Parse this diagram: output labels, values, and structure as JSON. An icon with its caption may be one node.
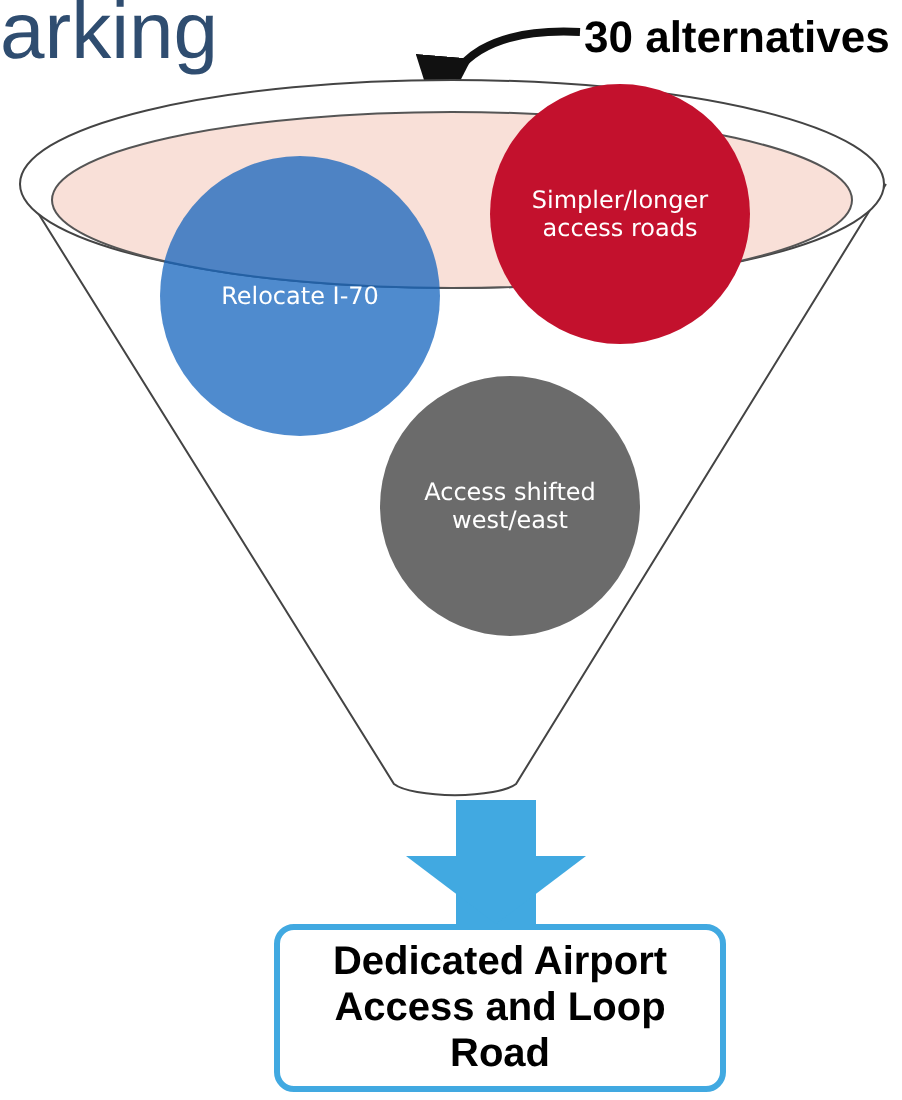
{
  "diagram": {
    "nodes": [
      {
        "text": [],
        "shape": "funnel"
      },
      {
        "text": [
          "Relocate I-70"
        ],
        "in": 0
      },
      {
        "text": [
          "Simpler/longer access roads"
        ],
        "in": 0
      },
      {
        "text": [
          "Access shifted west/east"
        ],
        "in": 0
      },
      {
        "text": [
          "30 alternatives"
        ]
      },
      {
        "text": [
          "Dedicated Airport Access and Loop Road"
        ]
      }
    ],
    "edges": [
      {
        "from": 4,
        "to": 0,
        "arrow": "to"
      },
      {
        "from": 0,
        "to": 5,
        "arrow": "to",
        "style": "thick",
        "color": "#41a9e1"
      }
    ],
    "labels": [
      "arking"
    ]
  }
}
